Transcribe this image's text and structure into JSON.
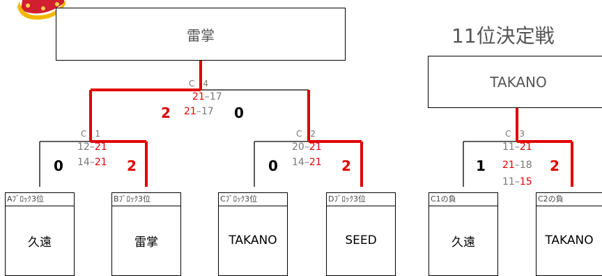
{
  "champion": {
    "name": "雷掌"
  },
  "placement": {
    "title": "11位決定戦",
    "winner": "TAKANO"
  },
  "final": {
    "court": "C　4",
    "sets": [
      [
        "21",
        "17"
      ],
      [
        "21",
        "17"
      ]
    ],
    "left_total": "2",
    "right_total": "0"
  },
  "semi_left": {
    "court": "C　1",
    "sets": [
      [
        "12",
        "21"
      ],
      [
        "14",
        "21"
      ]
    ],
    "left_total": "0",
    "right_total": "2"
  },
  "semi_right": {
    "court": "C　2",
    "sets": [
      [
        "20",
        "21"
      ],
      [
        "14",
        "21"
      ]
    ],
    "left_total": "0",
    "right_total": "2"
  },
  "match11": {
    "court": "C　3",
    "sets": [
      [
        "11",
        "21"
      ],
      [
        "21",
        "18"
      ],
      [
        "11",
        "15"
      ]
    ],
    "left_total": "1",
    "right_total": "2"
  },
  "teams": [
    {
      "label": "Aﾌﾞﾛｯｸ3位",
      "name": "久遠"
    },
    {
      "label": "Bﾌﾞﾛｯｸ3位",
      "name": "雷掌"
    },
    {
      "label": "Cﾌﾞﾛｯｸ3位",
      "name": "TAKANO"
    },
    {
      "label": "Dﾌﾞﾛｯｸ3位",
      "name": "SEED"
    },
    {
      "label": "C1の負",
      "name": "久遠"
    },
    {
      "label": "C2の負",
      "name": "TAKANO"
    }
  ],
  "colors": {
    "win_line": "#e00000",
    "line": "#000000",
    "crown": "#d21f2f",
    "crown_gold": "#f2b705"
  }
}
